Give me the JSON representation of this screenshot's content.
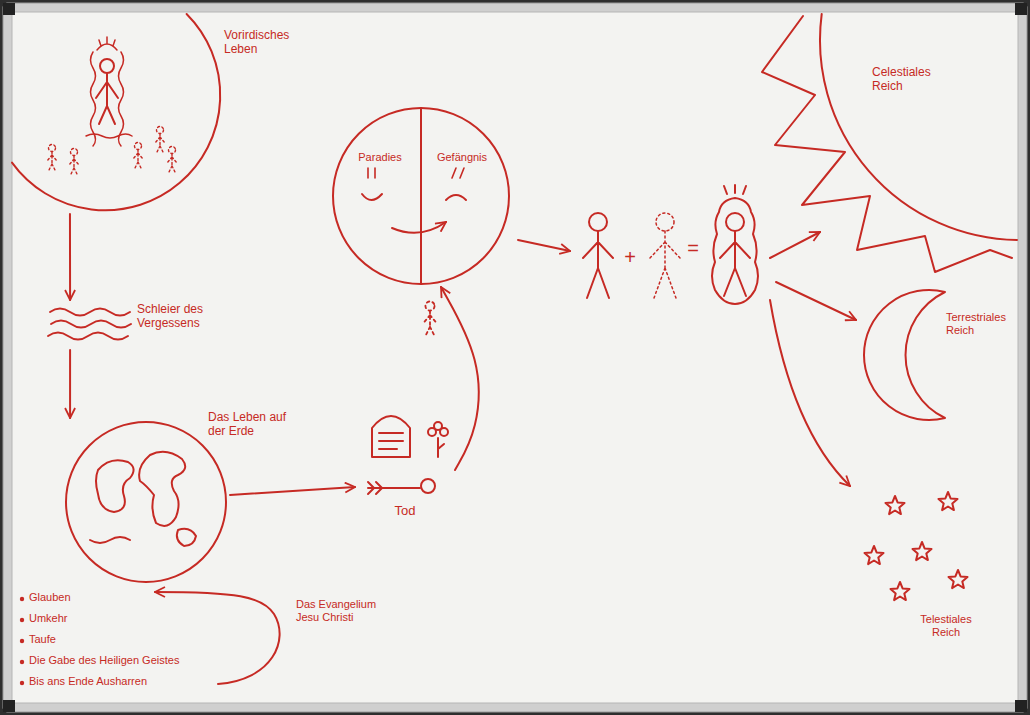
{
  "diagram": {
    "nodes": [
      {
        "text": [
          "Vorirdisches Leben"
        ]
      },
      {
        "text": [
          "Schleier des Vergessens"
        ]
      },
      {
        "text": [
          "Das Leben auf der Erde"
        ]
      },
      {
        "text": [
          "Tod"
        ]
      },
      {
        "text": [
          "Paradies",
          "Gefängnis"
        ]
      },
      {
        "text": [
          "Celestiales Reich"
        ]
      },
      {
        "text": [
          "Terrestriales Reich"
        ]
      },
      {
        "text": [
          "Telestiales Reich"
        ]
      }
    ],
    "edges": [
      {
        "from": 0,
        "to": 1,
        "arrow": "to"
      },
      {
        "from": 1,
        "to": 2,
        "arrow": "to"
      },
      {
        "from": 2,
        "to": 3,
        "arrow": "to"
      },
      {
        "from": 3,
        "to": 4,
        "arrow": "to"
      }
    ],
    "labels": [
      "Glauben",
      "Umkehr",
      "Taufe",
      "Die Gabe des Heiligen Geistes",
      "Bis ans Ende Ausharren",
      "Das Evangelium Jesu Christi",
      "+",
      "="
    ]
  }
}
